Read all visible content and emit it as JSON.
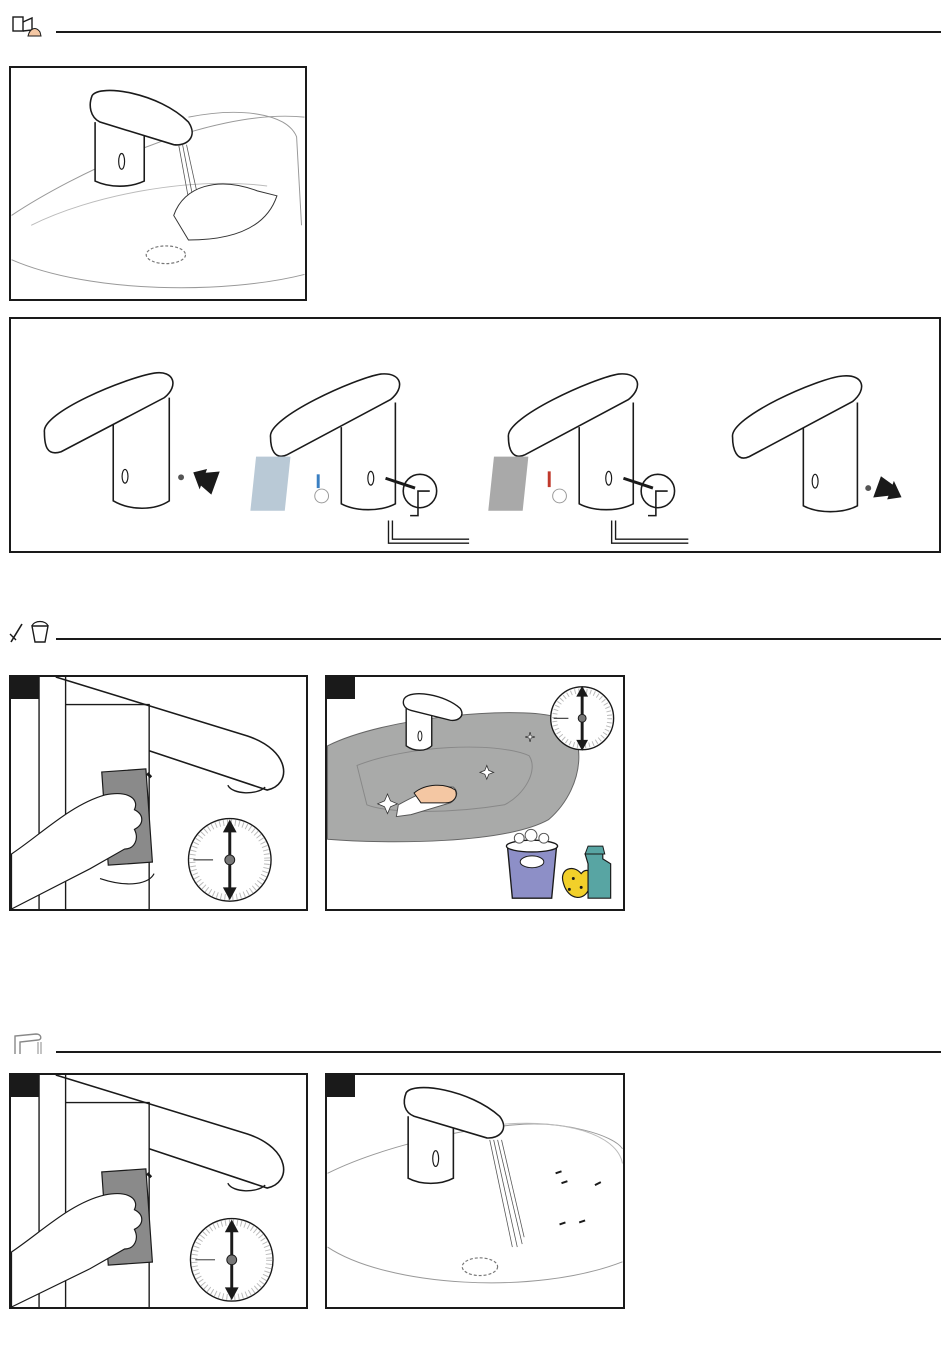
{
  "sections": [
    {
      "id": "hygiene",
      "icon": "hand-hygiene-icon"
    },
    {
      "id": "cleaning",
      "icon": "cleaning-bucket-icon"
    },
    {
      "id": "usage",
      "icon": "faucet-icon"
    }
  ],
  "steps": {
    "cleaning_1": "",
    "cleaning_2": "",
    "usage_1": "",
    "usage_2": ""
  },
  "colors": {
    "line": "#1a1a1a",
    "sink_gray": "#a9aaa9",
    "cloth_gray": "#8a8a8a",
    "bucket_purple": "#8d8fc7",
    "sponge_yellow": "#f2d02a",
    "spray_teal": "#58a5a3",
    "cold_blue": "#3a7fc2",
    "hot_red": "#c0392b"
  }
}
